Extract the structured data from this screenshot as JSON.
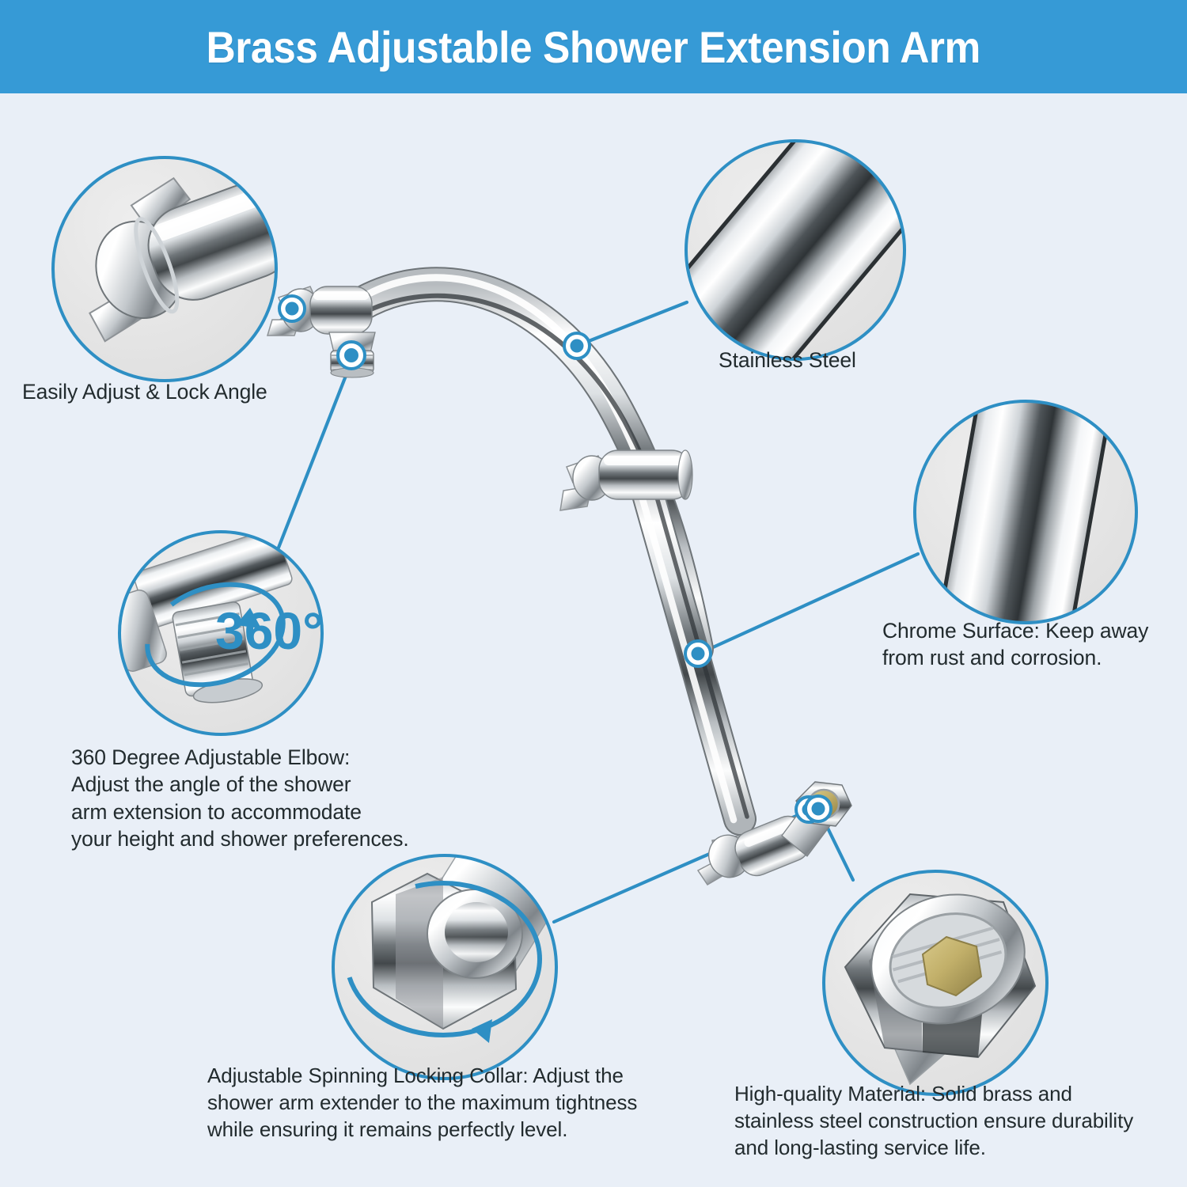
{
  "banner": {
    "title": "Brass Adjustable Shower Extension Arm",
    "bg_color": "#369ad6",
    "text_color": "#ffffff"
  },
  "page": {
    "background_color": "#e9eff7",
    "accent_color": "#2e8fc4",
    "text_color": "#222b2e",
    "callout_fill_color": "#e2e2e2"
  },
  "callouts": [
    {
      "id": "lock-angle",
      "icon": "chrome-wing-lock-nut-closeup",
      "caption": "Easily Adjust & Lock Angle"
    },
    {
      "id": "stainless-steel",
      "icon": "chrome-tube-diagonal-closeup",
      "caption": "Stainless Steel"
    },
    {
      "id": "chrome-surface",
      "icon": "chrome-tube-vertical-closeup",
      "caption": "Chrome Surface: Keep away\nfrom rust and corrosion."
    },
    {
      "id": "adjustable-elbow",
      "icon": "threaded-outlet-rotation-closeup",
      "badge": "360°",
      "caption": "360 Degree Adjustable Elbow:\nAdjust the angle of the shower\narm extension to accommodate\nyour height and shower preferences."
    },
    {
      "id": "locking-collar",
      "icon": "hex-locking-collar-rotation-closeup",
      "caption": "Adjustable Spinning Locking Collar: Adjust the\nshower arm extender to the maximum tightness\nwhile ensuring it remains perfectly level."
    },
    {
      "id": "high-quality-material",
      "icon": "chrome-hex-nut-brass-interior-closeup",
      "caption": "High-quality Material: Solid brass and\nstainless steel construction ensure durability\nand long-lasting service life."
    }
  ],
  "product": {
    "name": "brass-adjustable-shower-extension-arm",
    "parts": [
      "top-swivel-joint-with-wing-lock",
      "threaded-shower-head-outlet",
      "curved-upper-arm-tube",
      "mid-hinge-joint-with-wing-lock",
      "straight-lower-arm-tube",
      "bottom-elbow-joint-with-wing-lock",
      "bottom-hex-connector-nut"
    ]
  }
}
